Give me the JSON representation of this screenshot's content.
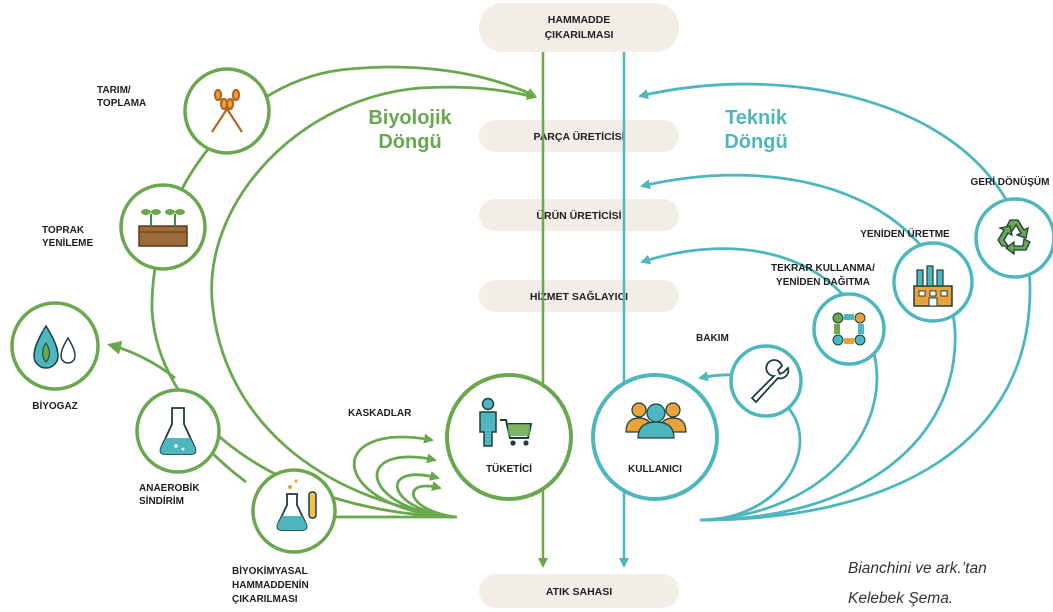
{
  "colors": {
    "bio": "#6aa84f",
    "tech": "#4db6bf",
    "pill": "#f2ede7"
  },
  "stages": {
    "raw_material_l1": "HAMMADDE",
    "raw_material_l2": "ÇIKARILMASI",
    "part_manufacturer": "PARÇA ÜRETİCİSİ",
    "product_manufacturer": "ÜRÜN ÜRETİCİSİ",
    "service_provider": "HİZMET SAĞLAYICI",
    "landfill": "ATIK SAHASI"
  },
  "cycles": {
    "bio_l1": "Biyolojik",
    "bio_l2": "Döngü",
    "tech_l1": "Teknik",
    "tech_l2": "Döngü"
  },
  "bio_nodes": {
    "farming_l1": "TARIM/",
    "farming_l2": "TOPLAMA",
    "soil_l1": "TOPRAK",
    "soil_l2": "YENİLEME",
    "biogas": "BİYOGAZ",
    "anaerobic_l1": "ANAEROBİK",
    "anaerobic_l2": "SİNDİRİM",
    "biochem_l1": "BİYOKİMYASAL",
    "biochem_l2": "HAMMADDENİN",
    "biochem_l3": "ÇIKARILMASI",
    "cascades": "KASKADLAR",
    "consumer": "TÜKETİCİ"
  },
  "tech_nodes": {
    "user": "KULLANICI",
    "maintenance": "BAKIM",
    "reuse_l1": "TEKRAR KULLANMA/",
    "reuse_l2": "YENİDEN DAĞITMA",
    "remanufacture": "YENİDEN ÜRETME",
    "recycling": "GERİ DÖNÜŞÜM"
  },
  "caption": {
    "line1": "Bianchini ve ark.’tan",
    "line2": "Kelebek Şema."
  },
  "icons": [
    "wheat-icon",
    "sprout-soil-icon",
    "drops-leaf-icon",
    "flask-icon",
    "flasks-icon",
    "shopper-cart-icon",
    "users-icon",
    "wrench-icon",
    "people-circle-icon",
    "factory-icon",
    "recycle-icon"
  ]
}
